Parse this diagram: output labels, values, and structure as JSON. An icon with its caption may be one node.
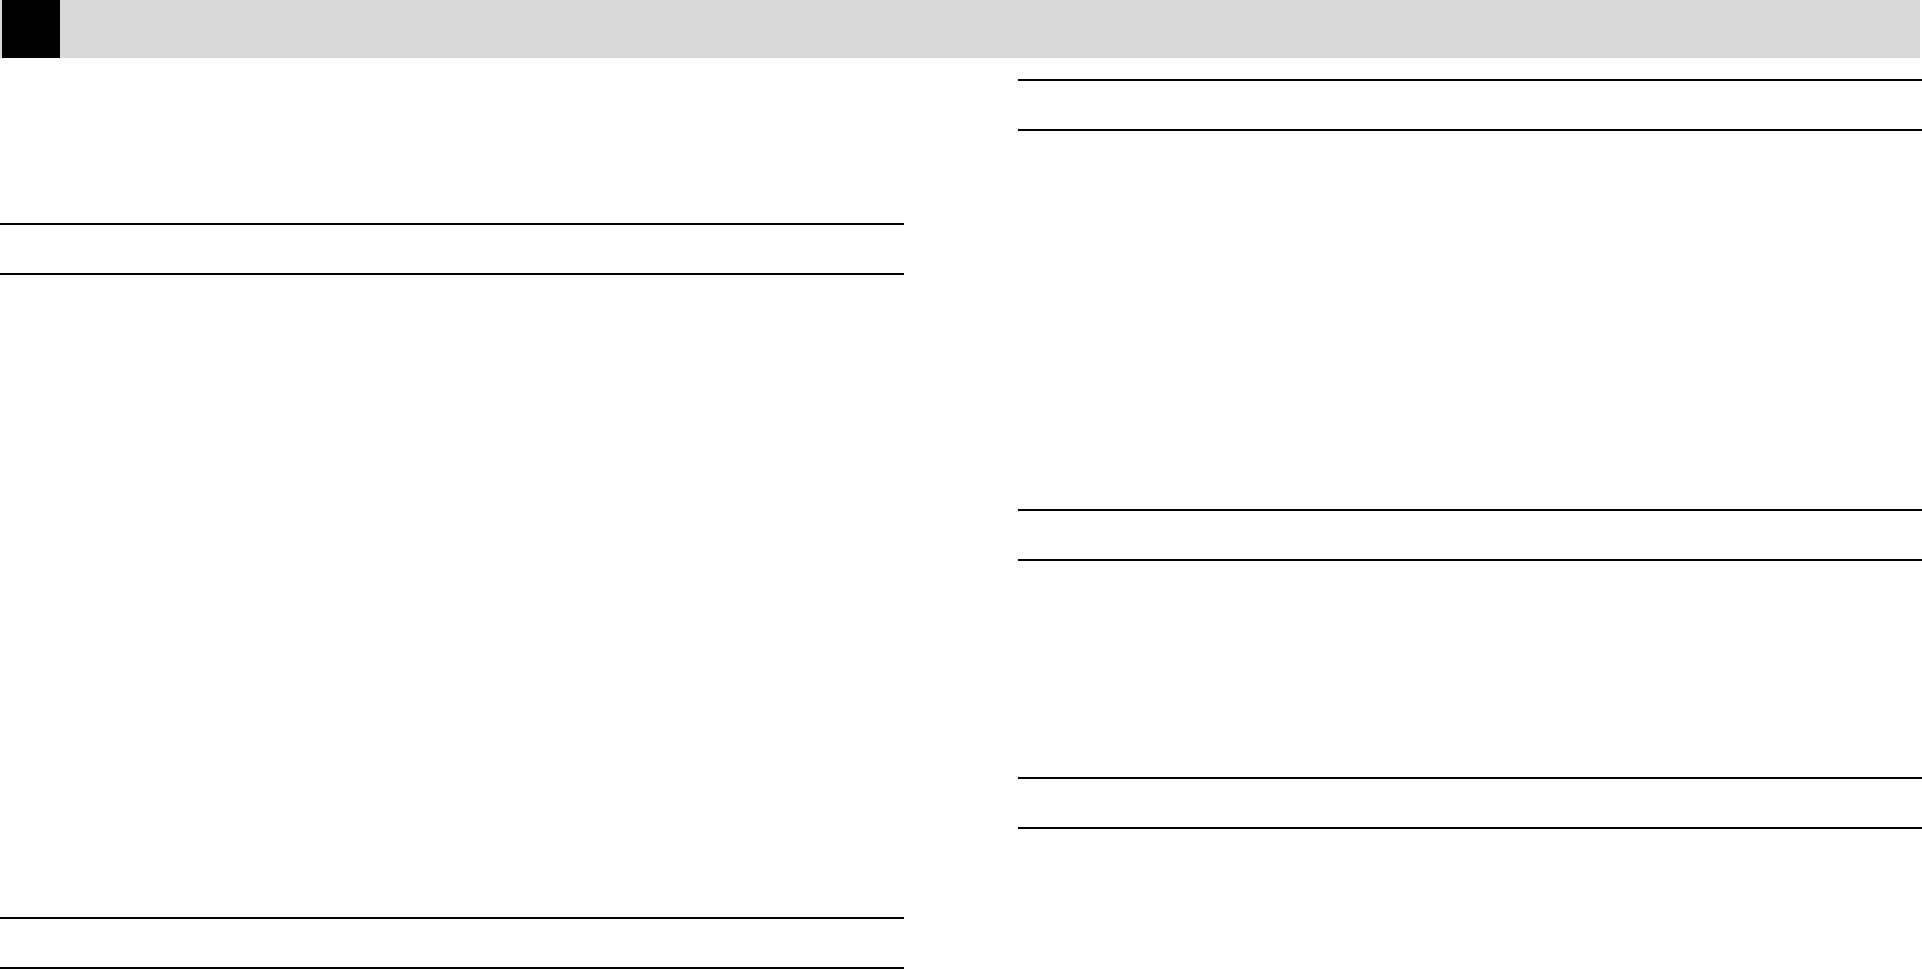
{
  "diagram": {
    "nodes": [
      {
        "text": [],
        "shape": "bar"
      },
      {
        "text": [],
        "shape": "box",
        "in": 0
      }
    ]
  }
}
